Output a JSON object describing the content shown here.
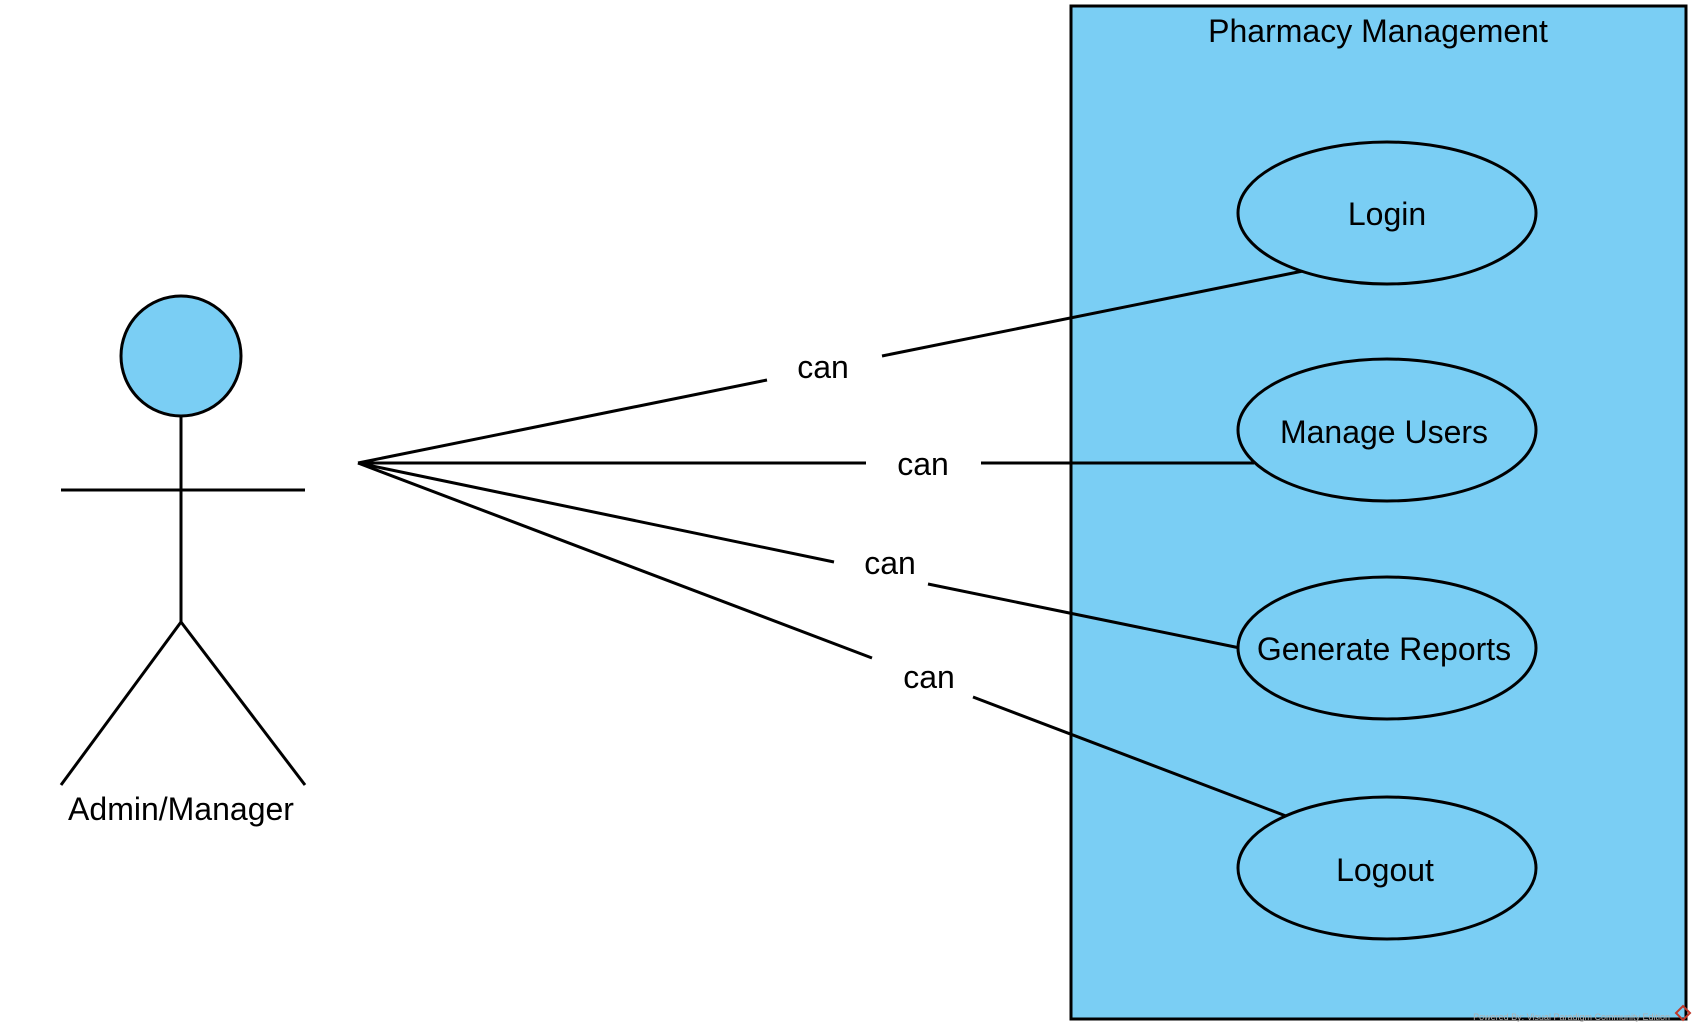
{
  "system": {
    "title": "Pharmacy Management"
  },
  "actor": {
    "name": "Admin/Manager"
  },
  "use_cases": [
    {
      "label": "Login"
    },
    {
      "label": "Manage Users"
    },
    {
      "label": "Generate Reports"
    },
    {
      "label": "Logout"
    }
  ],
  "associations": [
    {
      "label": "can",
      "target": "Login"
    },
    {
      "label": "can",
      "target": "Manage Users"
    },
    {
      "label": "can",
      "target": "Generate Reports"
    },
    {
      "label": "can",
      "target": "Logout"
    }
  ],
  "watermark": {
    "text": "Powered By: Visual Paradigm Community Edition",
    "logo_icon": "visual-paradigm-logo-icon"
  },
  "colors": {
    "fill": "#7ACEF4",
    "stroke": "#000000",
    "background": "#FFFFFF",
    "watermark_logo": "#C0392B"
  }
}
